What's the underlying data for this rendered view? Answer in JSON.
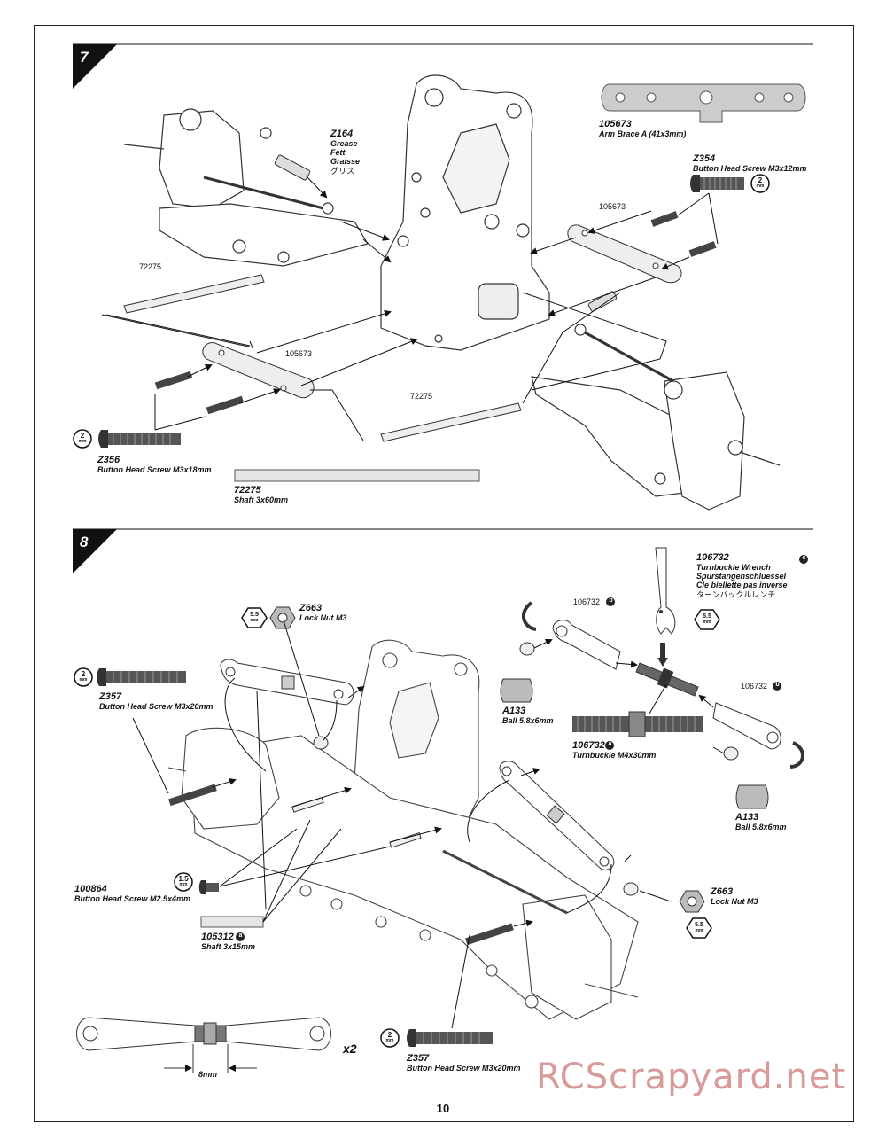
{
  "page_number": "10",
  "watermark": "RCScrapyard.net",
  "step7": {
    "number": "7",
    "grease": {
      "code": "Z164",
      "lines": [
        "Grease",
        "Fett",
        "Graisse",
        "グリス"
      ]
    },
    "arm_brace": {
      "code": "105673",
      "name": "Arm Brace A (41x3mm)"
    },
    "screw_m3x12": {
      "code": "Z354",
      "name": "Button Head Screw M3x12mm",
      "tool": "2",
      "tool_unit": "mm"
    },
    "screw_m3x18": {
      "code": "Z356",
      "name": "Button Head Screw M3x18mm",
      "tool": "2",
      "tool_unit": "mm"
    },
    "shaft_3x60": {
      "code": "72275",
      "name": "Shaft 3x60mm"
    },
    "callouts": {
      "brace_right": "105673",
      "brace_left": "105673",
      "shaft_left": "72275",
      "shaft_center": "72275"
    }
  },
  "step8": {
    "number": "8",
    "wrench": {
      "code": "106732",
      "letter": "c",
      "lines": [
        "Turnbuckle Wrench",
        "Spurstangenschluessel",
        "Cle biellette pas inverse",
        "ターンバックルレンチ"
      ],
      "tool": "5.5",
      "tool_unit": "mm"
    },
    "lock_nut_top": {
      "code": "Z663",
      "name": "Lock Nut M3",
      "tool": "5.5",
      "tool_unit": "mm"
    },
    "lock_nut_right": {
      "code": "Z663",
      "name": "Lock Nut M3",
      "tool": "5.5",
      "tool_unit": "mm"
    },
    "screw_m3x20_top": {
      "code": "Z357",
      "name": "Button Head Screw M3x20mm",
      "tool": "2",
      "tool_unit": "mm"
    },
    "screw_m3x20_bottom": {
      "code": "Z357",
      "name": "Button Head Screw M3x20mm",
      "tool": "2",
      "tool_unit": "mm"
    },
    "ball_left": {
      "code": "A133",
      "name": "Ball 5.8x6mm"
    },
    "ball_right": {
      "code": "A133",
      "name": "Ball 5.8x6mm"
    },
    "turnbuckle": {
      "code": "106732",
      "letter": "a",
      "name": "Turnbuckle M4x30mm"
    },
    "end_left": {
      "code": "106732",
      "letter": "b"
    },
    "end_right": {
      "code": "106732",
      "letter": "b"
    },
    "screw_m25x4": {
      "code": "100864",
      "name": "Button Head Screw M2.5x4mm",
      "tool": "1.5",
      "tool_unit": "mm"
    },
    "shaft_3x15": {
      "code": "105312",
      "letter": "a",
      "name": "Shaft 3x15mm"
    },
    "link_gap": "8mm",
    "quantity": "x2"
  }
}
